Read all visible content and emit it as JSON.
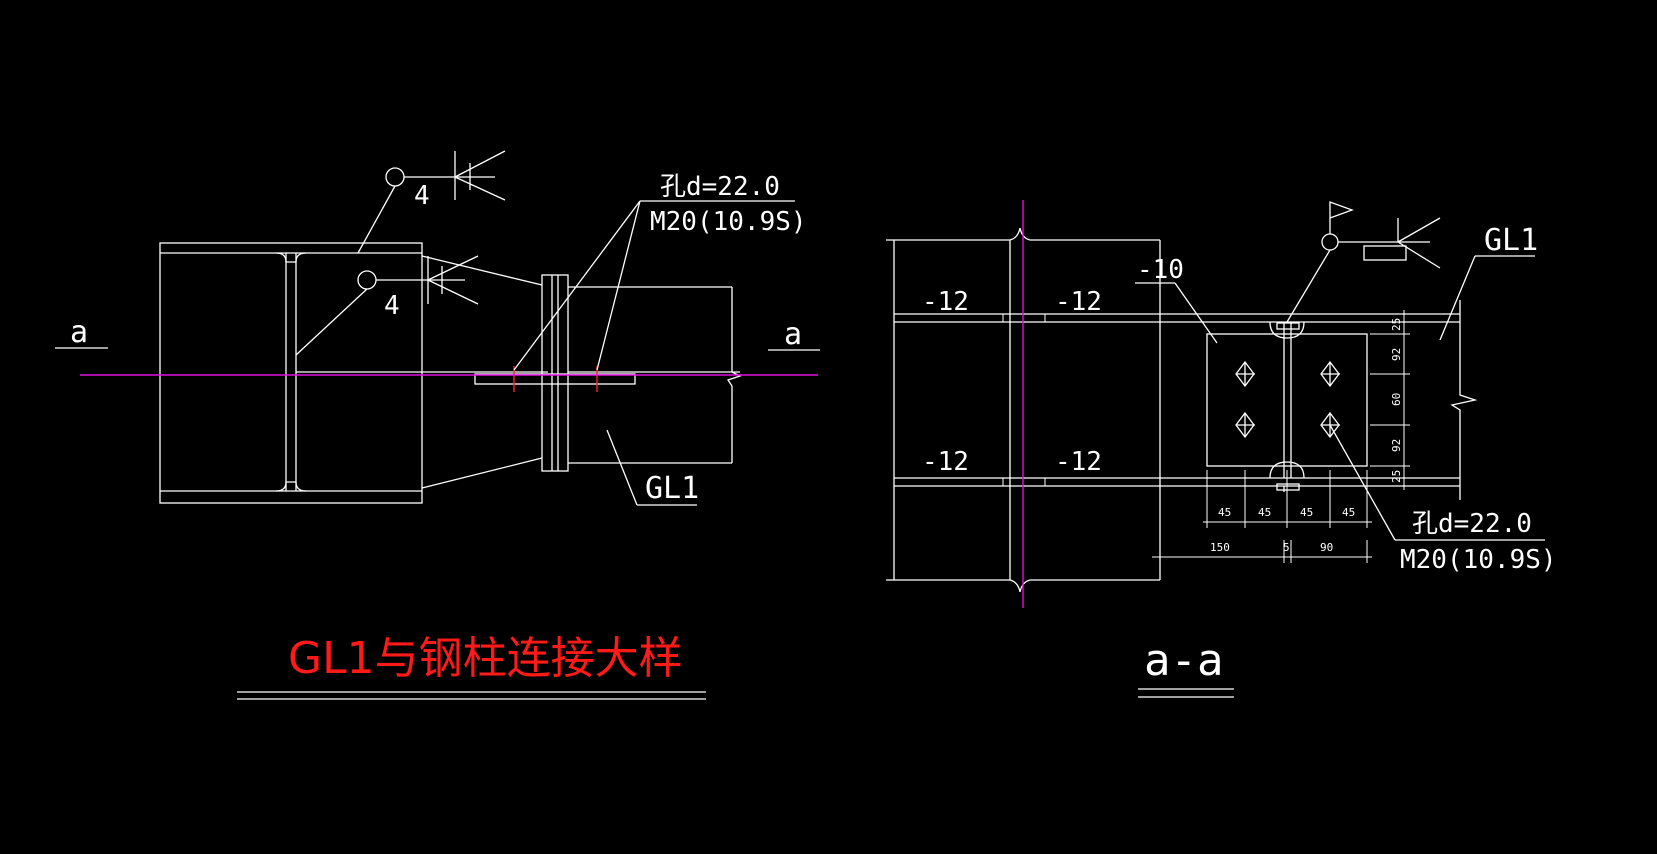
{
  "left_view": {
    "title": "GL1与钢柱连接大样",
    "section_mark_left": "a",
    "section_mark_right": "a",
    "weld_size_top": "4",
    "weld_size_bottom": "4",
    "hole_label": "孔d=22.0",
    "bolt_label": "M20(10.9S)",
    "beam_label": "GL1"
  },
  "right_view": {
    "title": "a-a",
    "beam_label": "GL1",
    "plate_label": "-10",
    "stiffener_labels": [
      "-12",
      "-12",
      "-12",
      "-12"
    ],
    "hole_label": "孔d=22.0",
    "bolt_label": "M20(10.9S)",
    "dims_horizontal": [
      "45",
      "45",
      "45",
      "45"
    ],
    "dims_bottom": [
      "150",
      "5",
      "90"
    ],
    "dims_vertical": [
      "25",
      "92",
      "60",
      "92",
      "25"
    ]
  },
  "colors": {
    "background": "#000000",
    "lines": "#ffffff",
    "centerline": "#e010e0",
    "title": "#ff1a1a"
  }
}
